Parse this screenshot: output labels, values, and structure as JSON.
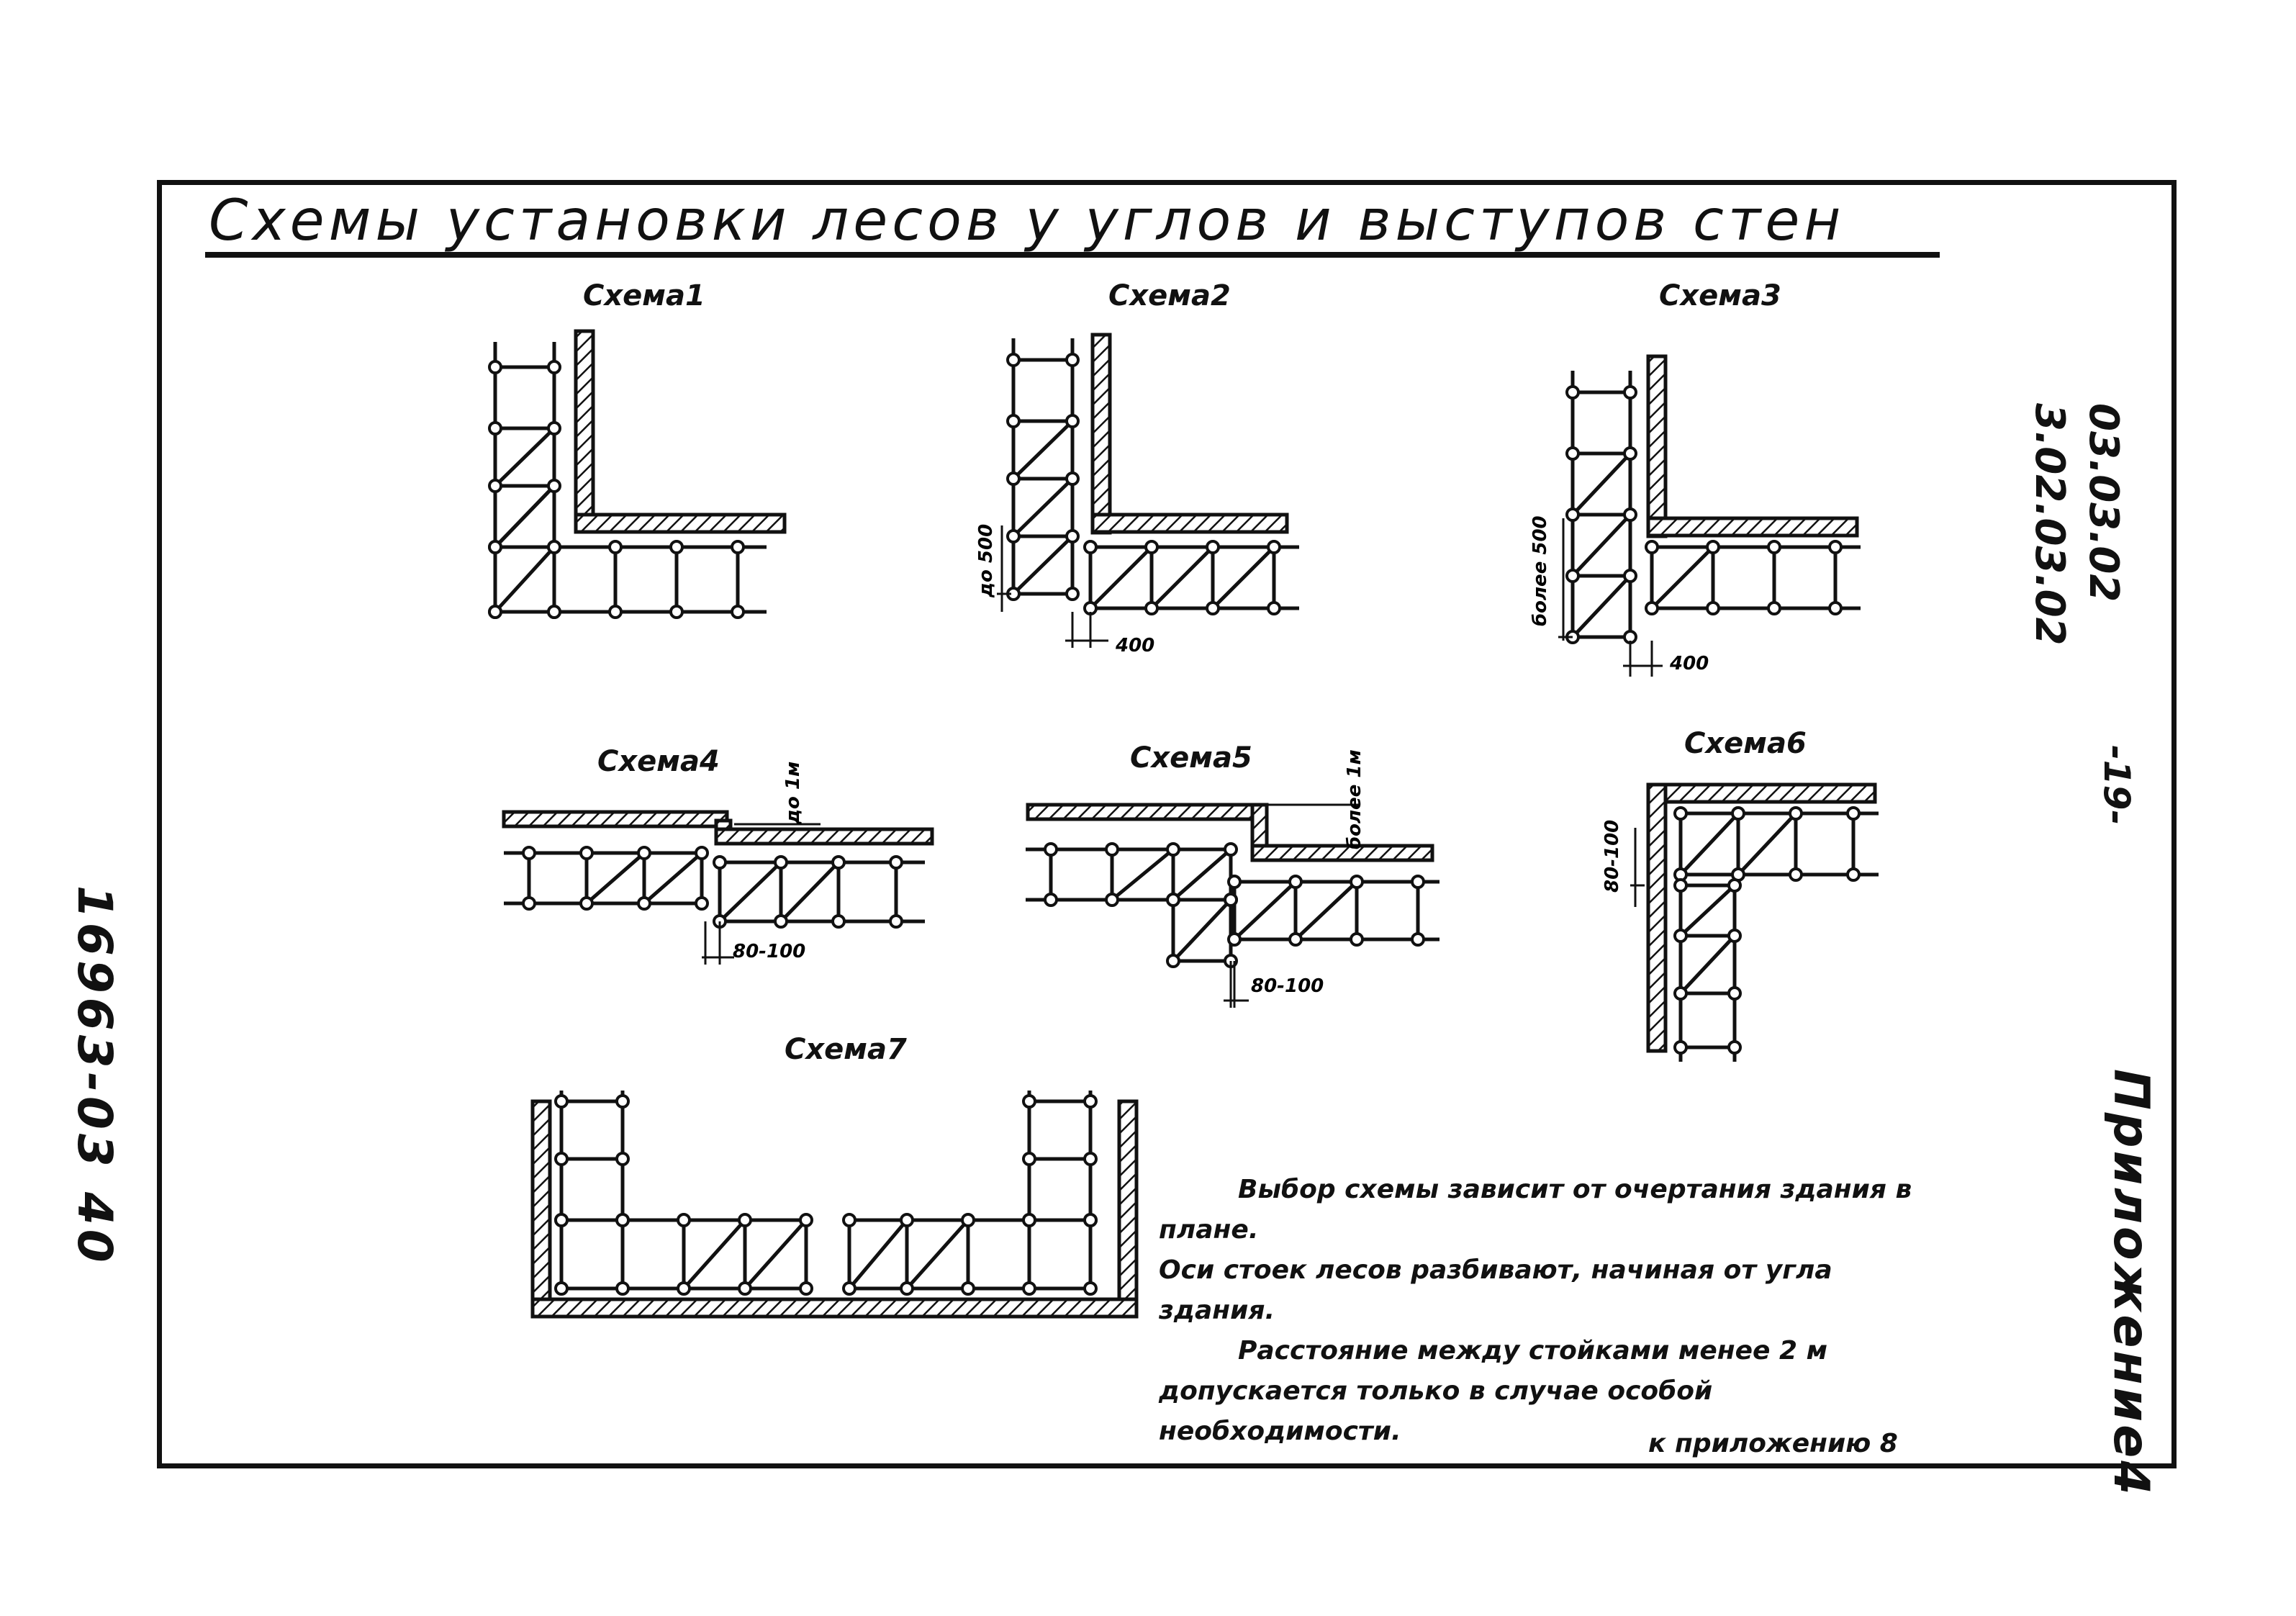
{
  "title": "Схемы установки лесов у углов и выступов стен",
  "doc_code": {
    "line1": "3.02.03.02",
    "line2": "03.03.02"
  },
  "page_number": "-19-",
  "appendix": "Приложение4",
  "side_code": "16963-03 40",
  "schemes": [
    {
      "label": "Схема1"
    },
    {
      "label": "Схема2",
      "dims": [
        "до 500",
        "400"
      ]
    },
    {
      "label": "Схема3",
      "dims": [
        "более 500",
        "400"
      ]
    },
    {
      "label": "Схема4",
      "dims": [
        "до 1м",
        "80-100"
      ]
    },
    {
      "label": "Схема5",
      "dims": [
        "более 1м",
        "80-100"
      ]
    },
    {
      "label": "Схема6",
      "dims": [
        "80-100"
      ]
    },
    {
      "label": "Схема7"
    }
  ],
  "notes": [
    "Выбор схемы зависит от очертания здания в плане.",
    "Оси стоек лесов разбивают, начиная от угла здания.",
    "Расстояние между стойками менее 2 м допускается только в случае особой необходимости."
  ],
  "footer": "к приложению 8"
}
